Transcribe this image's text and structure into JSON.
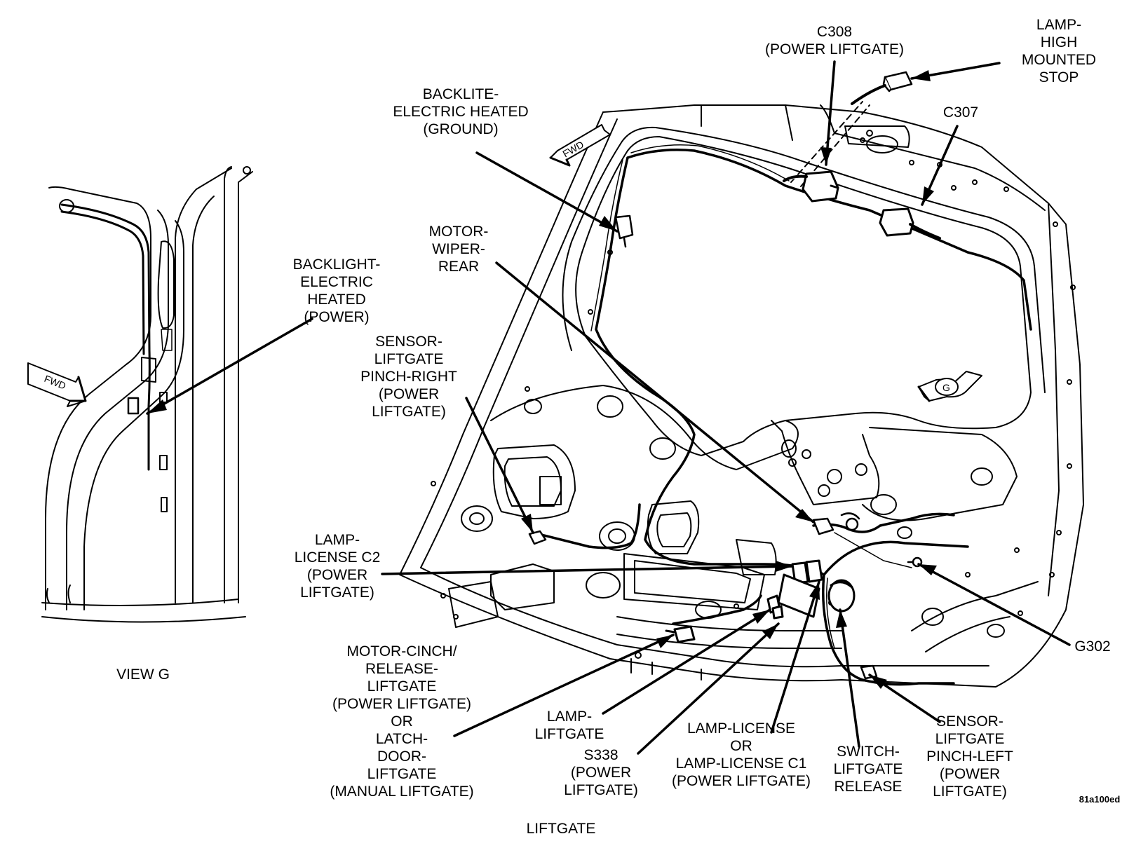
{
  "labels": {
    "c308": [
      "C308",
      "(POWER LIFTGATE)"
    ],
    "lamp_high_mounted_stop": [
      "LAMP-",
      "HIGH",
      "MOUNTED",
      "STOP"
    ],
    "c307": [
      "C307"
    ],
    "backlite_ground": [
      "BACKLITE-",
      "ELECTRIC HEATED",
      "(GROUND)"
    ],
    "motor_wiper_rear": [
      "MOTOR-",
      "WIPER-",
      "REAR"
    ],
    "backlight_power": [
      "BACKLIGHT-",
      "ELECTRIC",
      "HEATED",
      "(POWER)"
    ],
    "sensor_pinch_right": [
      "SENSOR-",
      "LIFTGATE",
      "PINCH-RIGHT",
      "(POWER",
      "LIFTGATE)"
    ],
    "lamp_license_c2": [
      "LAMP-",
      "LICENSE C2",
      "(POWER",
      "LIFTGATE)"
    ],
    "g302": [
      "G302"
    ],
    "view_g": [
      "VIEW G"
    ],
    "motor_cinch": [
      "MOTOR-CINCH/",
      "RELEASE-",
      "LIFTGATE",
      "(POWER LIFTGATE)",
      "OR",
      "LATCH-",
      "DOOR-",
      "LIFTGATE",
      "(MANUAL LIFTGATE)"
    ],
    "lamp_liftgate": [
      "LAMP-",
      "LIFTGATE"
    ],
    "s338": [
      "S338",
      "(POWER",
      "LIFTGATE)"
    ],
    "lamp_license_c1": [
      "LAMP-LICENSE",
      "OR",
      "LAMP-LICENSE C1",
      "(POWER LIFTGATE)"
    ],
    "switch_release": [
      "SWITCH-",
      "LIFTGATE",
      "RELEASE"
    ],
    "sensor_pinch_left": [
      "SENSOR-",
      "LIFTGATE",
      "PINCH-LEFT",
      "(POWER",
      "LIFTGATE)"
    ],
    "liftgate_caption": [
      "LIFTGATE"
    ],
    "figure_code": [
      "81a100ed"
    ]
  },
  "arrows": {
    "fwd_text": "FWD",
    "view_marker": "G"
  }
}
